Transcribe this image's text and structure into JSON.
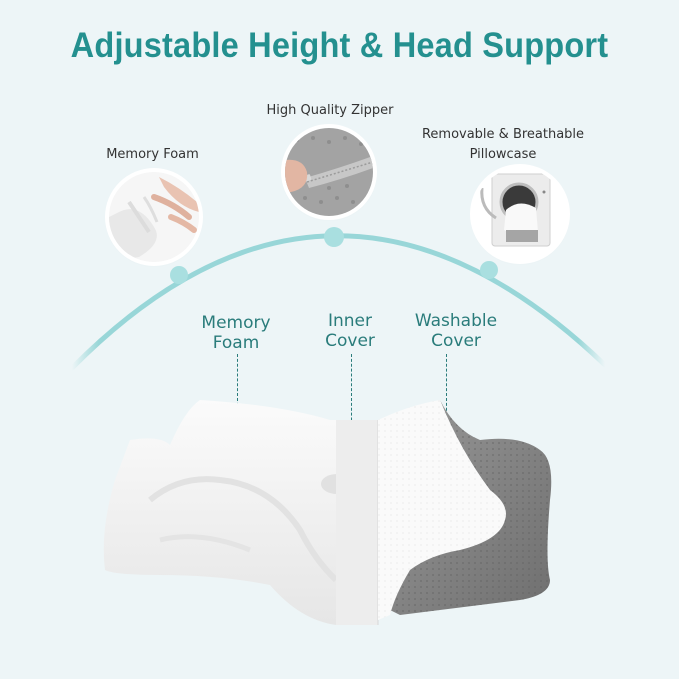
{
  "title": "Adjustable Height & Head Support",
  "features": [
    {
      "label": "Memory Foam",
      "icon": "hand-pressing-foam-icon"
    },
    {
      "label": "High Quality Zipper",
      "icon": "zipper-icon"
    },
    {
      "label_line1": "Removable & Breathable",
      "label_line2": "Pillowcase",
      "icon": "washing-machine-icon"
    }
  ],
  "layers": [
    {
      "line1": "Memory",
      "line2": "Foam"
    },
    {
      "line1": "Inner",
      "line2": "Cover"
    },
    {
      "line1": "Washable",
      "line2": "Cover"
    }
  ],
  "colors": {
    "title": "#24908f",
    "arc": "#8fd3d4",
    "layer_text": "#2a7c7b",
    "background": "#edf5f7",
    "cover_gray": "#7d7d7d"
  }
}
